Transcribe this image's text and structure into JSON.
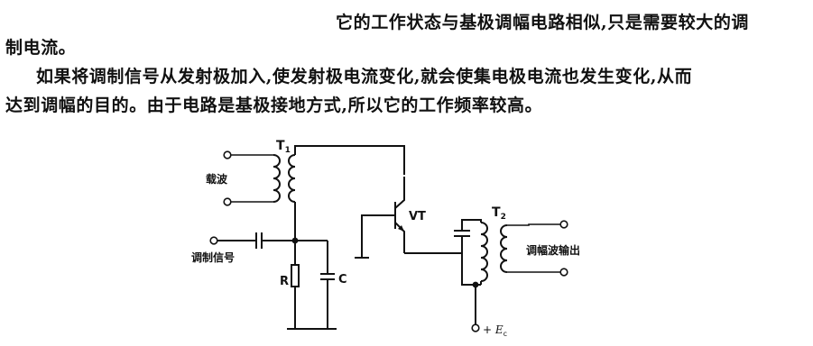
{
  "text": {
    "line1": "它的工作状态与基极调幅电路相似,只是需要较大的调",
    "line2": "制电流。",
    "line3": "如果将调制信号从发射极加入,使发射极电流变化,就会使集电极电流也发生变化,从而",
    "line4": "达到调幅的目的。由于电路是基极接地方式,所以它的工作频率较高。"
  },
  "circuit": {
    "t1_label": "T",
    "t1_sub": "1",
    "t2_label": "T",
    "t2_sub": "2",
    "carrier_label": "载波",
    "mod_signal_label": "调制信号",
    "output_label": "调幅波输出",
    "transistor_label": "VT",
    "resistor_label": "R",
    "capacitor_label": "C",
    "supply_prefix": "+ ",
    "supply_label": "E",
    "supply_sub": "c"
  }
}
